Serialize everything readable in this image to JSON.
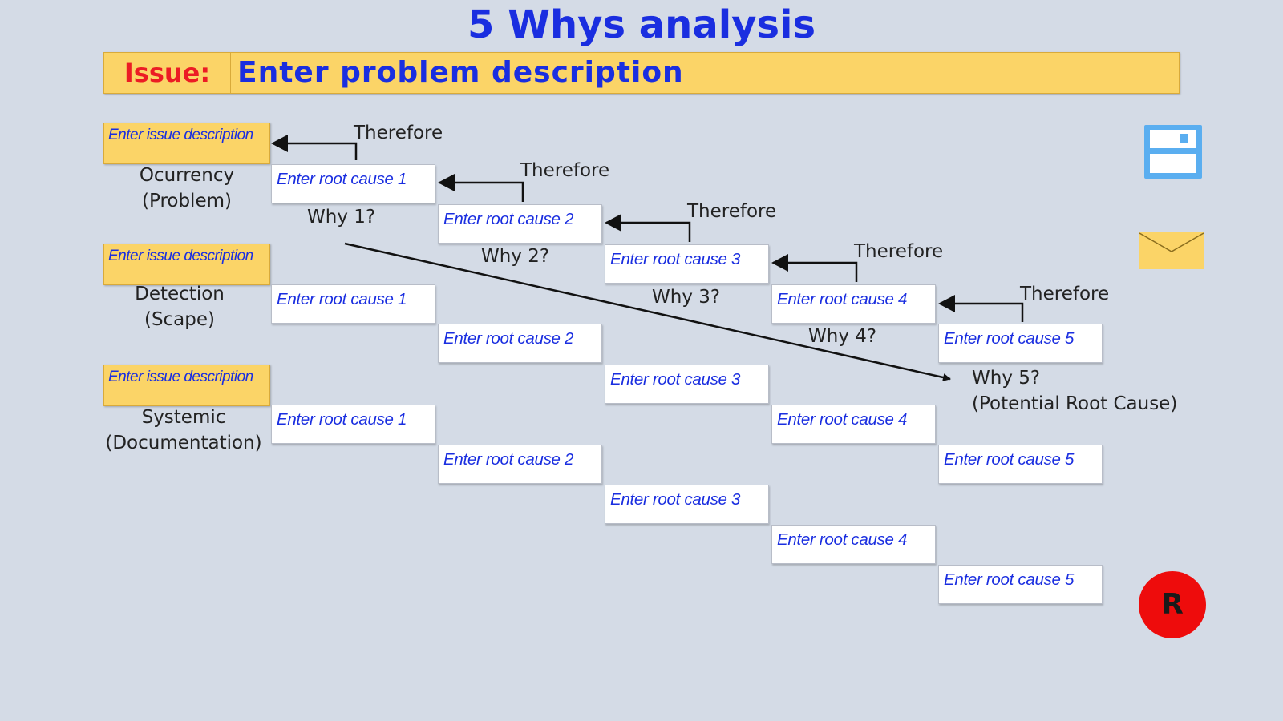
{
  "title": "5 Whys analysis",
  "issue": {
    "label": "Issue:",
    "placeholder": "Enter problem description"
  },
  "issue_box_placeholder": "Enter issue description",
  "categories": [
    {
      "line1": "Ocurrency",
      "line2": "(Problem)"
    },
    {
      "line1": "Detection",
      "line2": "(Scape)"
    },
    {
      "line1": "Systemic",
      "line2": "(Documentation)"
    }
  ],
  "root_causes": [
    "Enter root cause 1",
    "Enter root cause 2",
    "Enter root cause 3",
    "Enter root cause 4",
    "Enter root cause 5"
  ],
  "therefore_label": "Therefore",
  "why_labels": [
    "Why 1?",
    "Why 2?",
    "Why 3?",
    "Why 4?",
    "Why 5?"
  ],
  "potential_root_cause": "(Potential Root Cause)",
  "buttons": {
    "save_icon": "floppy-disk-icon",
    "mail_icon": "envelope-icon",
    "reset_label": "R"
  },
  "colors": {
    "title": "#1a2ee0",
    "issue_bar": "#fbd467",
    "issue_label": "#ec1c24",
    "input_text": "#1a2ee0",
    "reset": "#ee0c0c",
    "save": "#5aaef0"
  }
}
